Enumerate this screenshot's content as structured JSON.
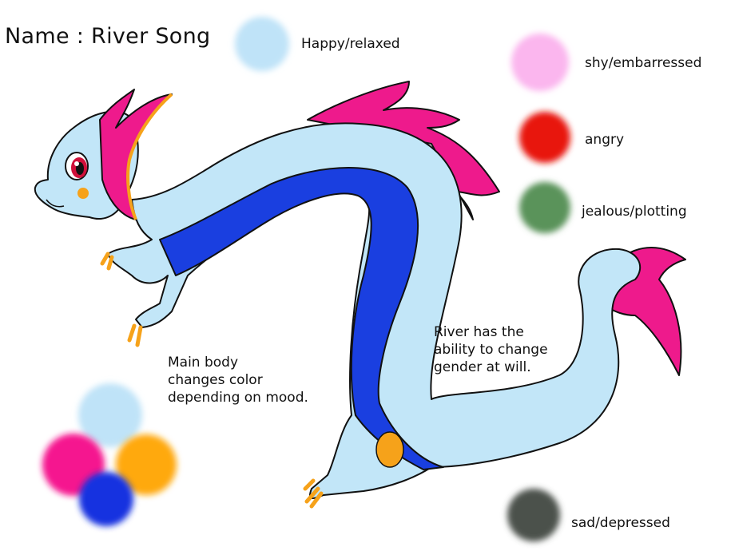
{
  "title": "Name : River Song",
  "moods": [
    {
      "label": "Happy/relaxed",
      "color": "#bfe3f8"
    },
    {
      "label": "shy/embarressed",
      "color": "#fbb6ee"
    },
    {
      "label": "angry",
      "color": "#e8140e"
    },
    {
      "label": "jealous/plotting",
      "color": "#5a935a"
    },
    {
      "label": "sad/depressed",
      "color": "#4b514b"
    }
  ],
  "notes": {
    "body": "Main body\nchanges color\ndepending on mood.",
    "gender": "River has the\nability to change\ngender at will."
  },
  "palette": [
    "#bfe3f8",
    "#f5148f",
    "#ffa90f",
    "#1232e0"
  ],
  "creature_colors": {
    "body": "#c2e6f8",
    "belly": "#1a3fe0",
    "fins": "#ee1a8c",
    "accent": "#f6a21a",
    "eye": "#d0103a"
  }
}
